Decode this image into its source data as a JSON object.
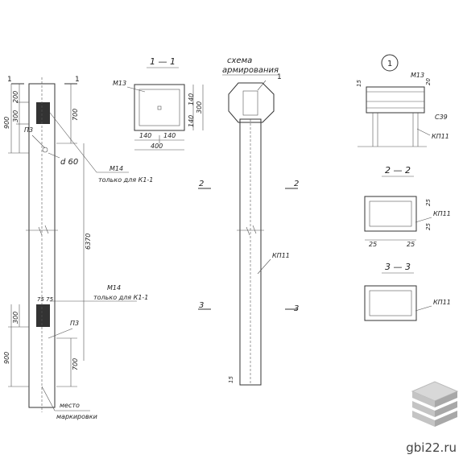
{
  "sections": {
    "sec_1_1": "1 — 1",
    "sec_2_2": "2 — 2",
    "sec_3_3": "3 — 3",
    "callout_1": "1"
  },
  "reinforcement_scheme": {
    "title_line1": "схема",
    "title_line2": "армирования",
    "mark": "1"
  },
  "elevation": {
    "cut_1": "1",
    "cut_2": "2",
    "cut_3": "3",
    "dim_200": "200",
    "dim_300_top": "300",
    "dim_900_top": "900",
    "dim_700_top": "700",
    "dim_6370": "6370",
    "dim_300_bottom": "300",
    "dim_900_bottom": "900",
    "dim_700_bottom": "700",
    "dim_75_75": "75 75",
    "label_p3_top": "П3",
    "label_p3_bottom": "П3",
    "label_d60": "d 60",
    "m14_top": "М14",
    "m14_top_note": "только для К1-1",
    "m14_bottom": "М14",
    "m14_bottom_note": "только для К1-1",
    "marking_line1": "место",
    "marking_line2": "маркировки"
  },
  "section_1_1": {
    "m13": "М13",
    "dim_140_left": "140",
    "dim_140_right": "140",
    "dim_400": "400",
    "dim_140_v1": "140",
    "dim_140_v2": "140",
    "dim_300": "300"
  },
  "scheme_labels": {
    "kp11": "КП11",
    "dim_15": "15"
  },
  "top_detail": {
    "m13": "М13",
    "c39": "С39",
    "kp11": "КП11",
    "dim_15": "15",
    "dim_20": "20"
  },
  "section_2_2": {
    "kp11": "КП11",
    "dim_25_left": "25",
    "dim_25_right": "25",
    "dim_25_v1": "25",
    "dim_25_v2": "25"
  },
  "section_3_3": {
    "kp11": "КП11"
  },
  "watermark": "gbi22.ru"
}
